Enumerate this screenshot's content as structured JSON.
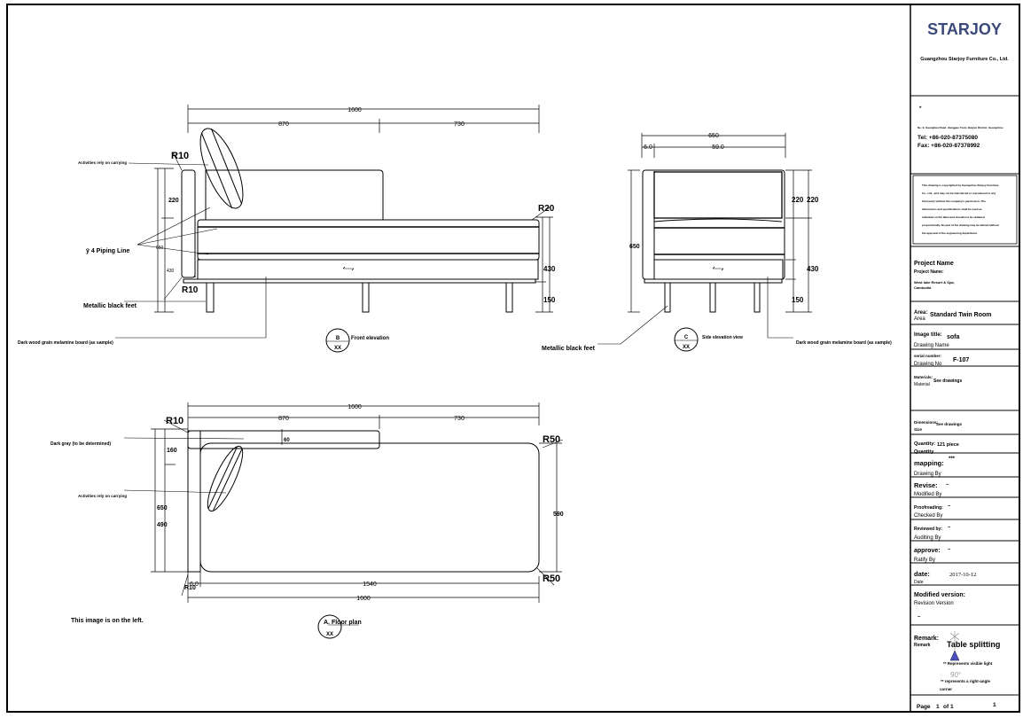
{
  "title_block": {
    "brand": "STARJOY",
    "company": "Guangzhou Starjoy Furniture Co., Ltd.",
    "bullet": "*",
    "address": "No. 9, Guanghua Road, Jianggao Town, Baiyun District, Guangzhou",
    "tel": "Tel: +86-020-87375080",
    "fax": "Fax: +86-020-87378992",
    "copyright": [
      "This drawing is copyrighted by Guangzhou Starjoy Furniture",
      "Co., Ltd., and may not be transferred or reproduced to any",
      "third party without the company's permission. The",
      "dimensions and specifications shall be used as",
      "indicated on the label and should not be obtained",
      "proportionally. No part of the drawing may be altered without",
      "the approval of the engineering department."
    ],
    "project_heading": "Project Name",
    "project_label": "Project Name:",
    "project_value_1": "West lake Resort & Spa,",
    "project_value_2": "Cambodia",
    "area_label": "Area:",
    "area_sub": "Area",
    "area_value": "Standard Twin Room",
    "image_title_label": "Image title:",
    "image_title_sub": "Drawing Name",
    "image_title_value": "sofa",
    "serial_label": "serial number:",
    "serial_sub": "Drawing No",
    "serial_value": "F-107",
    "materials_label": "Materials:",
    "materials_sub": "Material",
    "materials_value": "See drawings",
    "dimensions_label": "Dimensions:",
    "dimensions_sub": "Size",
    "dimensions_value": "See drawings",
    "quantity_label": "Quantity:",
    "quantity_sub": "Quantity",
    "quantity_value": "121 piece",
    "mapping_label": "mapping:",
    "mapping_sub": "Drawing By",
    "mapping_value": "***",
    "revise_label": "Revise:",
    "revise_sub": "Modified By",
    "revise_value": "–",
    "proofreading_label": "Proofreading:",
    "proofreading_sub": "Checked By",
    "proofreading_value": "–",
    "reviewed_label": "Reviewed by:",
    "reviewed_sub": "Auditing By",
    "reviewed_value": "–",
    "approve_label": "approve:",
    "approve_sub": "Ratify By",
    "approve_value": "–",
    "date_label": "date:",
    "date_sub": "Date",
    "date_value": "2017-10-12",
    "modified_label": "Modified version:",
    "modified_sub": "Revision Version",
    "modified_value": "–",
    "remark_label": "Remark:",
    "remark_sub": "Remark",
    "remark_title": "Table splitting",
    "legend_visible": "** Represents visible light",
    "legend_angle_symbol": "90°",
    "legend_angle_1": "** represents a right-angle",
    "legend_angle_2": "corner",
    "page_label": "Page",
    "page_num": "1",
    "page_of": "of 1",
    "sheet": "1",
    "brand_color": "#3b4a7a",
    "brand_accent": "#c0282d"
  },
  "front": {
    "dim_total": "1600",
    "dim_a": "870",
    "dim_b": "730",
    "dim_220": "220",
    "dim_650": "650",
    "dim_430_l": "430",
    "dim_430_r": "430",
    "dim_150": "150",
    "r10_top": "R10",
    "r10_bottom": "R10",
    "r20": "R20",
    "label_carrying": "Activities rely on carrying",
    "label_piping": "ÿ 4 Piping Line",
    "label_feet": "Metallic black feet",
    "label_board": "Dark wood grain melamine board (as sample)",
    "callout_letter": "B",
    "callout_sub": "XX",
    "view_title": "Front elevation"
  },
  "side": {
    "dim_650_top": "650",
    "dim_60": "6.0",
    "dim_590": "59.0",
    "dim_650_left": "650",
    "dim_220_a": "220",
    "dim_220_b": "220",
    "dim_430": "430",
    "dim_150": "150",
    "label_feet": "Metallic black feet",
    "label_board": "Dark wood grain melamine board (as sample)",
    "callout_letter": "C",
    "callout_sub": "XX",
    "view_title": "Side elevation view"
  },
  "plan": {
    "dim_total_top": "1600",
    "dim_a": "870",
    "dim_b": "730",
    "dim_160": "160",
    "dim_650": "650",
    "dim_490": "490",
    "dim_60_top": "60",
    "dim_590": "590",
    "dim_60_bottom": "6.0",
    "dim_1540": "1540",
    "dim_total_bottom": "1600",
    "r10_top": "R10",
    "r10_bottom": "R10",
    "r50_top": "R50",
    "r50_bottom": "R50",
    "label_gray": "Dark gray (to be determined)",
    "label_carrying": "Activities rely on carrying",
    "note": "This image is on the left.",
    "callout_sub": "XX",
    "view_title": "A. Floor plan"
  }
}
